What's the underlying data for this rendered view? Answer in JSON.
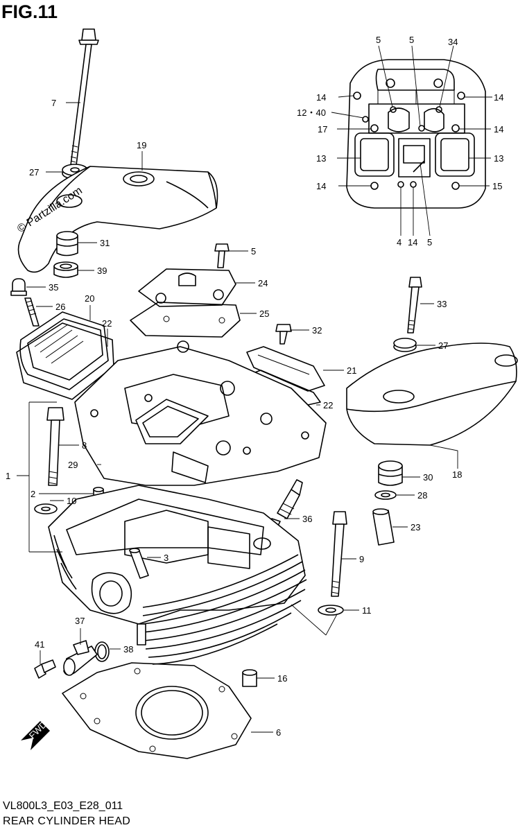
{
  "figure": {
    "title": "FIG.11",
    "code": "VL800L3_E03_E28_011",
    "name": "REAR CYLINDER HEAD",
    "watermark": "© Partzilla.com"
  },
  "callouts": [
    {
      "id": "c7",
      "text": "7"
    },
    {
      "id": "c19",
      "text": "19"
    },
    {
      "id": "c27a",
      "text": "27"
    },
    {
      "id": "c31",
      "text": "31"
    },
    {
      "id": "c39",
      "text": "39"
    },
    {
      "id": "c35",
      "text": "35"
    },
    {
      "id": "c26",
      "text": "26"
    },
    {
      "id": "c20",
      "text": "20"
    },
    {
      "id": "c22a",
      "text": "22"
    },
    {
      "id": "c5a",
      "text": "5"
    },
    {
      "id": "c24",
      "text": "24"
    },
    {
      "id": "c25",
      "text": "25"
    },
    {
      "id": "c32",
      "text": "32"
    },
    {
      "id": "c21",
      "text": "21"
    },
    {
      "id": "c22b",
      "text": "22"
    },
    {
      "id": "c33",
      "text": "33"
    },
    {
      "id": "c27b",
      "text": "27"
    },
    {
      "id": "c18",
      "text": "18"
    },
    {
      "id": "c30",
      "text": "30"
    },
    {
      "id": "c28",
      "text": "28"
    },
    {
      "id": "c23",
      "text": "23"
    },
    {
      "id": "c36",
      "text": "36"
    },
    {
      "id": "c9",
      "text": "9"
    },
    {
      "id": "c11",
      "text": "11"
    },
    {
      "id": "c16",
      "text": "16"
    },
    {
      "id": "c6",
      "text": "6"
    },
    {
      "id": "c38",
      "text": "38"
    },
    {
      "id": "c37",
      "text": "37"
    },
    {
      "id": "c41",
      "text": "41"
    },
    {
      "id": "c3",
      "text": "3"
    },
    {
      "id": "c8",
      "text": "8"
    },
    {
      "id": "c29",
      "text": "29"
    },
    {
      "id": "c1",
      "text": "1"
    },
    {
      "id": "c2",
      "text": "2"
    },
    {
      "id": "c10",
      "text": "10"
    },
    {
      "id": "c5b",
      "text": "5"
    },
    {
      "id": "c5c",
      "text": "5"
    },
    {
      "id": "c34",
      "text": "34"
    },
    {
      "id": "c14a",
      "text": "14"
    },
    {
      "id": "c14b",
      "text": "14"
    },
    {
      "id": "c1240",
      "text": "12・40"
    },
    {
      "id": "c17",
      "text": "17"
    },
    {
      "id": "c14c",
      "text": "14"
    },
    {
      "id": "c13a",
      "text": "13"
    },
    {
      "id": "c13b",
      "text": "13"
    },
    {
      "id": "c14d",
      "text": "14"
    },
    {
      "id": "c15",
      "text": "15"
    },
    {
      "id": "c4",
      "text": "4"
    },
    {
      "id": "c14e",
      "text": "14"
    },
    {
      "id": "c5d",
      "text": "5"
    }
  ],
  "fwd_label": "FWD"
}
